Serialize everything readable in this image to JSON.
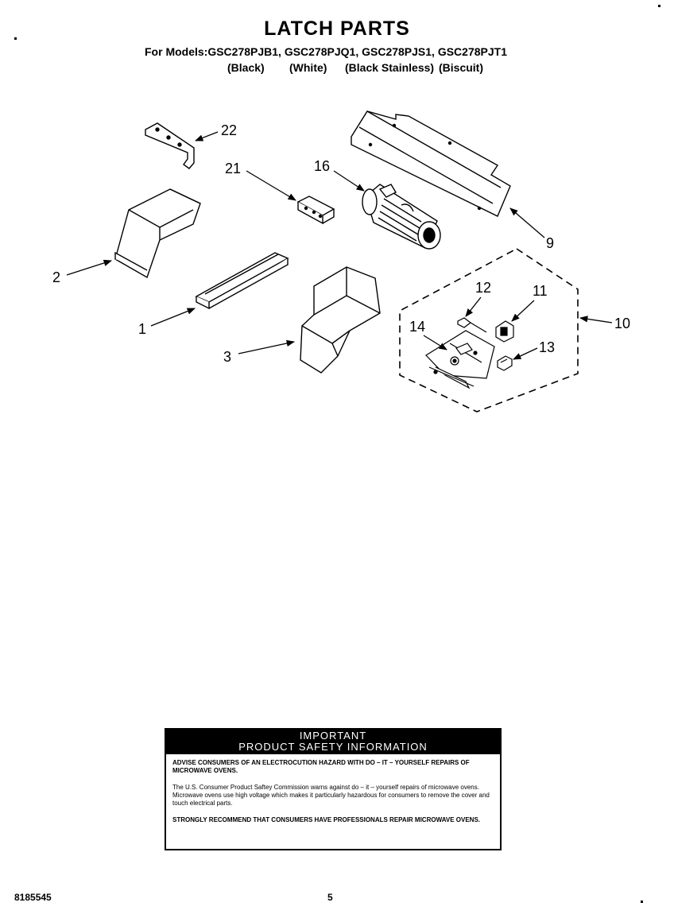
{
  "header": {
    "title": "LATCH PARTS",
    "models_line": "For Models:GSC278PJB1, GSC278PJQ1, GSC278PJS1, GSC278PJT1",
    "colors": [
      "(Black)",
      "(White)",
      "(Black Stainless)",
      "(Biscuit)"
    ]
  },
  "callouts": [
    "22",
    "21",
    "16",
    "9",
    "2",
    "1",
    "3",
    "12",
    "11",
    "14",
    "13",
    "10"
  ],
  "notice": {
    "heading_line1": "IMPORTANT",
    "heading_line2": "PRODUCT   SAFETY   INFORMATION",
    "para1": "ADVISE CONSUMERS OF AN ELECTROCUTION HAZARD WITH DO – IT – YOURSELF REPAIRS OF MICROWAVE OVENS.",
    "para2": "The U.S. Consumer Product Saftey Commission warns against do – it – yourself repairs of microwave ovens. Microwave ovens use high voltage which makes it particularly hazardous for consumers to remove the cover and touch electrical parts.",
    "para3": "STRONGLY RECOMMEND THAT CONSUMERS HAVE PROFESSIONALS REPAIR MICROWAVE OVENS."
  },
  "footer": {
    "doc_number": "8185545",
    "page_number": "5"
  }
}
